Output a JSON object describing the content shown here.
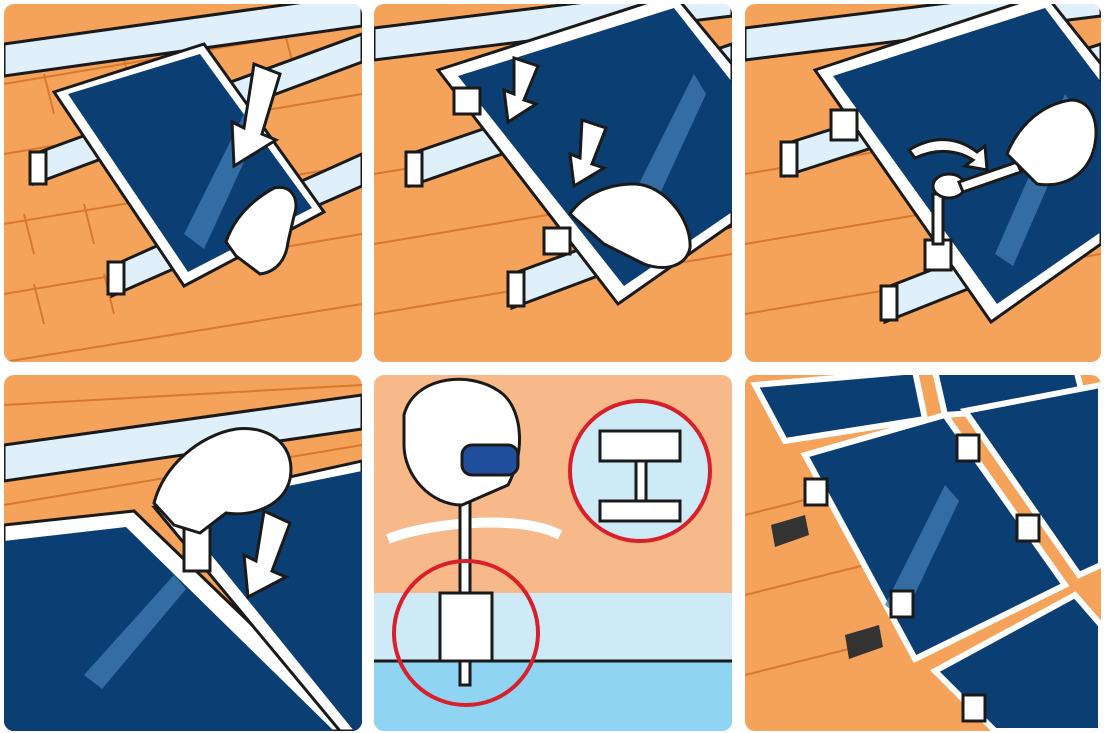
{
  "figure": {
    "steps": [
      {
        "id": 1,
        "icon": "place-panel-on-rails-illustration"
      },
      {
        "id": 2,
        "icon": "attach-end-clamps-illustration"
      },
      {
        "id": 3,
        "icon": "tighten-with-wrench-illustration"
      },
      {
        "id": 4,
        "icon": "insert-middle-clamp-illustration"
      },
      {
        "id": 5,
        "icon": "screwdriver-detail-illustration"
      },
      {
        "id": 6,
        "icon": "finished-array-illustration"
      }
    ],
    "colors": {
      "roof": "#f5a25a",
      "roof_line": "#d9782e",
      "panel": "#0b3e73",
      "panel_glare": "#3f78b0",
      "frame": "#ffffff",
      "outline": "#1a1a1a",
      "rail": "#dff0fa",
      "detail_bg": "#f8b98a",
      "water_blue": "#8fd4f2",
      "detail_circle": "#d9202a",
      "hand": "#ffffff"
    }
  }
}
